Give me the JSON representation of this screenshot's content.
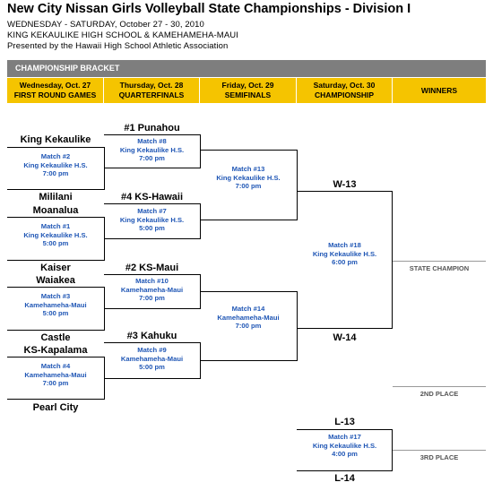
{
  "header": {
    "title": "New City Nissan Girls Volleyball State Championships - Division I",
    "line1": "WEDNESDAY - SATURDAY, October 27 - 30, 2010",
    "line2": "KING KEKAULIKE HIGH SCHOOL & KAMEHAMEHA-MAUI",
    "line3": "Presented by the Hawaii High School Athletic Association"
  },
  "bracket_label": "CHAMPIONSHIP BRACKET",
  "columns": [
    {
      "day": "Wednesday, Oct. 27",
      "round": "FIRST ROUND GAMES"
    },
    {
      "day": "Thursday, Oct. 28",
      "round": "QUARTERFINALS"
    },
    {
      "day": "Friday, Oct. 29",
      "round": "SEMIFINALS"
    },
    {
      "day": "Saturday, Oct. 30",
      "round": "CHAMPIONSHIP"
    },
    {
      "day": "WINNERS",
      "round": ""
    }
  ],
  "first_round": [
    {
      "top": "King Kekaulike",
      "bottom": "Mililani",
      "match": "Match #2",
      "venue": "King Kekaulike H.S.",
      "time": "7:00 pm"
    },
    {
      "top": "Moanalua",
      "bottom": "Kaiser",
      "match": "Match #1",
      "venue": "King Kekaulike H.S.",
      "time": "5:00 pm"
    },
    {
      "top": "Waiakea",
      "bottom": "Castle",
      "match": "Match #3",
      "venue": "Kamehameha-Maui",
      "time": "5:00 pm"
    },
    {
      "top": "KS-Kapalama",
      "bottom": "Pearl City",
      "match": "Match #4",
      "venue": "Kamehameha-Maui",
      "time": "7:00 pm"
    }
  ],
  "quarterfinals": [
    {
      "seed": "#1 Punahou",
      "match": "Match #8",
      "venue": "King Kekaulike H.S.",
      "time": "7:00 pm"
    },
    {
      "seed": "#4 KS-Hawaii",
      "match": "Match #7",
      "venue": "King Kekaulike H.S.",
      "time": "5:00 pm"
    },
    {
      "seed": "#2 KS-Maui",
      "match": "Match #10",
      "venue": "Kamehameha-Maui",
      "time": "7:00 pm"
    },
    {
      "seed": "#3 Kahuku",
      "match": "Match #9",
      "venue": "Kamehameha-Maui",
      "time": "5:00 pm"
    }
  ],
  "semifinals": [
    {
      "match": "Match #13",
      "venue": "King Kekaulike H.S.",
      "time": "7:00 pm"
    },
    {
      "match": "Match #14",
      "venue": "Kamehameha-Maui",
      "time": "7:00 pm"
    }
  ],
  "championship": {
    "top": "W-13",
    "bottom": "W-14",
    "match": "Match #18",
    "venue": "King Kekaulike H.S.",
    "time": "6:00 pm"
  },
  "third_place": {
    "top": "L-13",
    "bottom": "L-14",
    "match": "Match #17",
    "venue": "King Kekaulike H.S.",
    "time": "4:00 pm"
  },
  "places": {
    "champion": "STATE CHAMPION",
    "second": "2ND PLACE",
    "third": "3RD PLACE"
  },
  "colors": {
    "header_bar": "#7e7e7e",
    "column_header": "#f5c400",
    "match_text": "#1f56b5"
  }
}
